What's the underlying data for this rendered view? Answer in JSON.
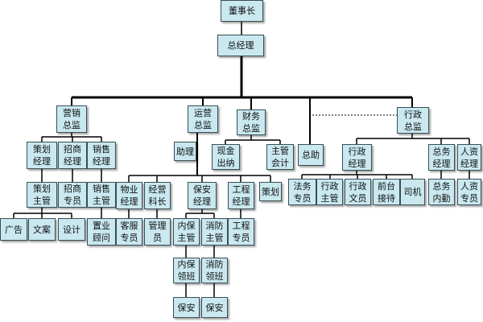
{
  "nodes": {
    "chairman": "董事长",
    "gm": "总经理",
    "mkt_director": "营销\n总监",
    "ops_director": "运营\n总监",
    "fin_director": "财务\n总监",
    "admin_director": "行政\n总监",
    "assistant_gm": "总助",
    "plan_mgr": "策划\n经理",
    "invest_mgr": "招商\n经理",
    "sales_mgr": "销售\n经理",
    "plan_super": "策划\n主管",
    "invest_spec": "招商\n专员",
    "sales_super": "销售\n主管",
    "ad": "广告",
    "copy": "文案",
    "design": "设计",
    "realty_consult": "置业\n顾问",
    "assistant": "助理",
    "cashier": "现金\n出纳",
    "chief_acct": "主管\n会计",
    "property_mgr": "物业\n经理",
    "biz_section": "经营\n科长",
    "security_mgr": "保安\n经理",
    "eng_mgr": "工程\n经理",
    "ops_plan": "策划",
    "cs_spec": "客服\n专员",
    "admin_staff": "管理\n员",
    "internal_sec_super": "内保\n主管",
    "fire_super": "消防\n主管",
    "eng_spec": "工程\n专员",
    "internal_sec_lead": "内保\n领班",
    "fire_lead": "消防\n领班",
    "guard_1": "保安",
    "guard_2": "保安",
    "admin_mgr": "行政\n经理",
    "gen_affairs_mgr": "总务\n经理",
    "hr_mgr": "人资\n经理",
    "legal_spec": "法务\n专员",
    "admin_super": "行政\n主管",
    "admin_clerk": "行政\n文员",
    "reception": "前台\n接待",
    "driver": "司机",
    "gen_attendance": "总务\n内勤",
    "hr_spec": "人资\n专员"
  },
  "colors": {
    "node_fill": "#c9e8ef",
    "node_border": "#3a4f55",
    "line": "#000000"
  }
}
